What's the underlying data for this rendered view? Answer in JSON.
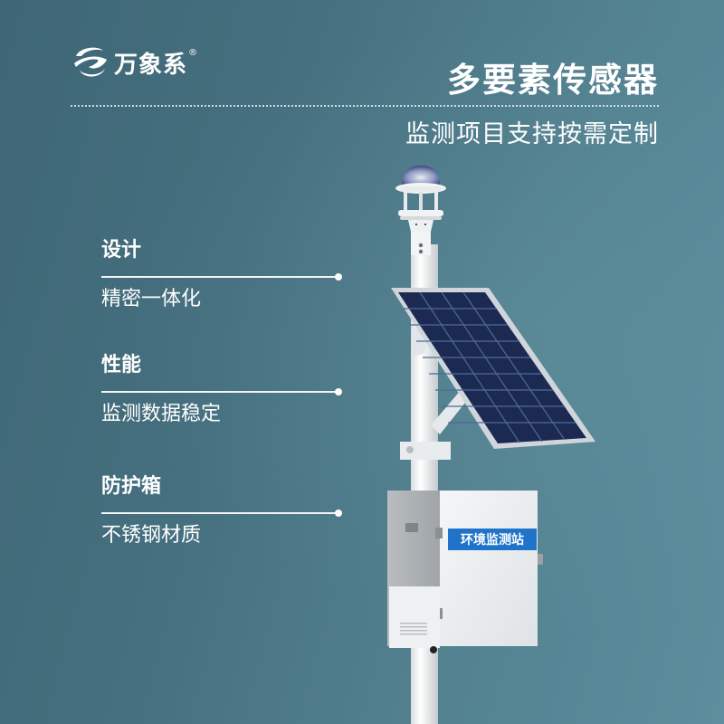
{
  "brand": {
    "name": "万象系",
    "registered_mark": "®",
    "logo_icon": "swirl-logo-icon"
  },
  "header": {
    "title": "多要素传感器",
    "subtitle": "监测项目支持按需定制"
  },
  "features": [
    {
      "heading": "设计",
      "description": "精密一体化"
    },
    {
      "heading": "性能",
      "description": "监测数据稳定"
    },
    {
      "heading": "防护箱",
      "description": "不锈钢材质"
    }
  ],
  "product": {
    "enclosure_label": "环境监测站",
    "components": [
      "weather-sensor-dome",
      "solar-panel",
      "mounting-pole",
      "control-enclosure"
    ]
  },
  "colors": {
    "background_start": "#3e6676",
    "background_end": "#5c8e9d",
    "text": "#ffffff",
    "label_blue": "#1f74c9",
    "solar_cell": "#1c2a52"
  }
}
